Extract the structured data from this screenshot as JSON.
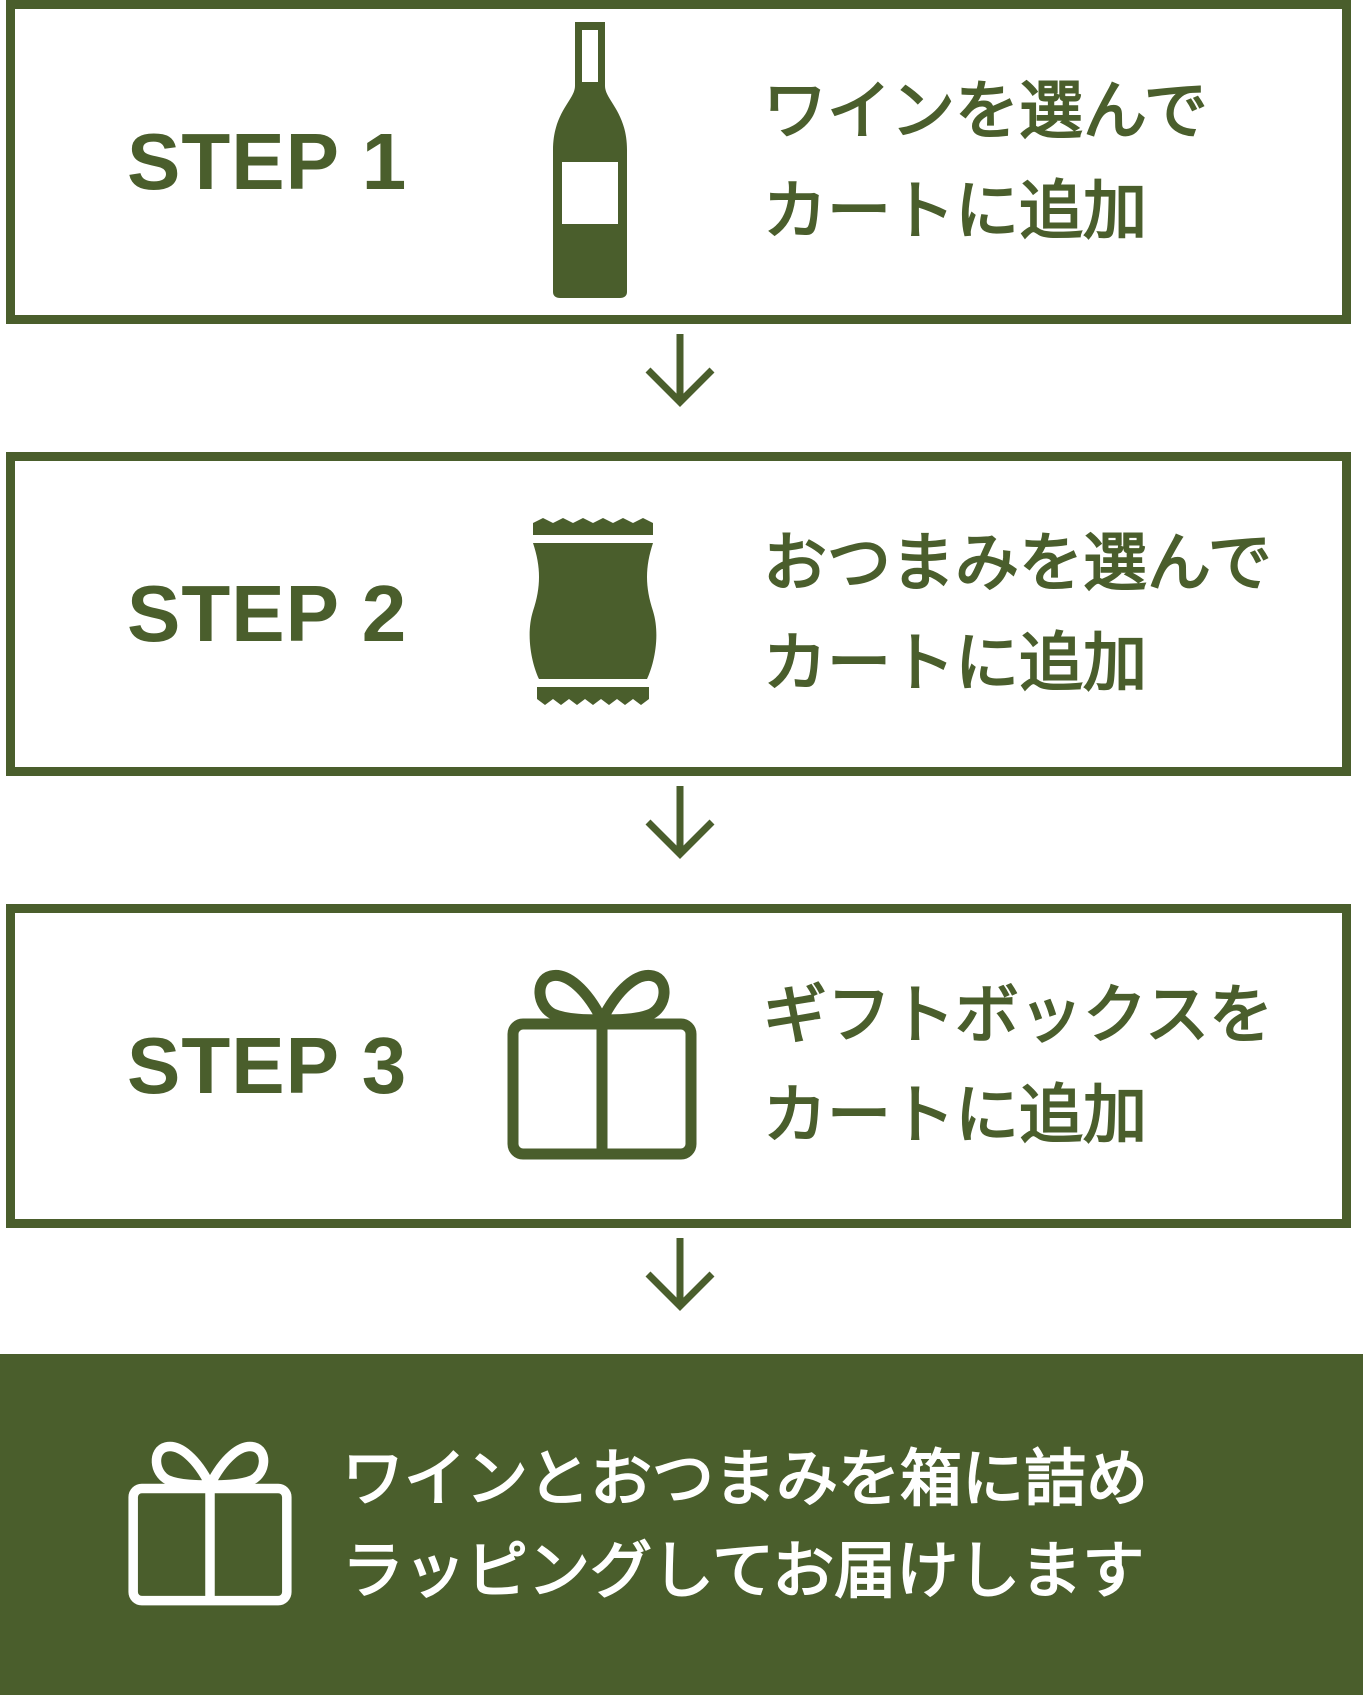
{
  "colors": {
    "accent": "#4a5e2c",
    "background": "#ffffff",
    "final_text": "#ffffff"
  },
  "steps": [
    {
      "label": "STEP 1",
      "icon": "wine-bottle-icon",
      "text_line1": "ワインを選んで",
      "text_line2": "カートに追加"
    },
    {
      "label": "STEP 2",
      "icon": "snack-bag-icon",
      "text_line1": "おつまみを選んで",
      "text_line2": "カートに追加"
    },
    {
      "label": "STEP 3",
      "icon": "gift-box-icon",
      "text_line1": "ギフトボックスを",
      "text_line2": "カートに追加"
    }
  ],
  "arrows": [
    "arrow-down-icon",
    "arrow-down-icon",
    "arrow-down-icon"
  ],
  "final": {
    "icon": "gift-box-icon",
    "text_line1": "ワインとおつまみを箱に詰め",
    "text_line2": "ラッピングしてお届けします"
  }
}
